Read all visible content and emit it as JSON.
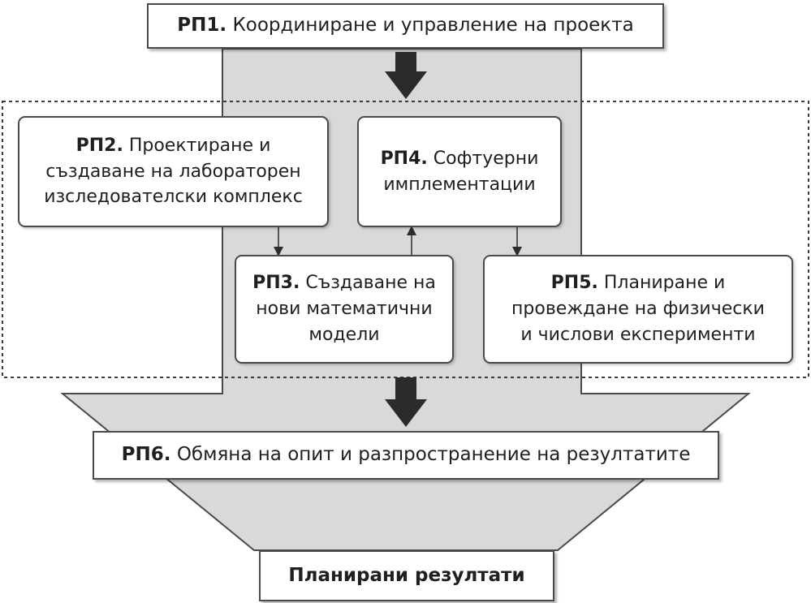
{
  "colors": {
    "funnel_fill": "#d9d9d9",
    "outline": "#4a4a4a",
    "arrow": "#2b2b2b",
    "box_fill": "#ffffff",
    "text": "#1f1f1f"
  },
  "boxes": {
    "rp1": {
      "code": "РП1.",
      "line1": "Координиране и управление на проекта"
    },
    "rp2": {
      "code": "РП2.",
      "line1": "Проектиране и",
      "line2": "създаване на лабораторен",
      "line3": "изследователски комплекс"
    },
    "rp3": {
      "code": "РП3.",
      "line1": "Създаване на",
      "line2": "нови математични",
      "line3": "модели"
    },
    "rp4": {
      "code": "РП4.",
      "line1": "Софтуерни",
      "line2": "имплементации"
    },
    "rp5": {
      "code": "РП5.",
      "line1": "Планиране и",
      "line2": "провеждане на физически",
      "line3": "и числови експерименти"
    },
    "rp6": {
      "code": "РП6.",
      "line1": "Обмяна на опит и разпространение на резултатите"
    },
    "results": {
      "label": "Планирани резултати"
    }
  }
}
